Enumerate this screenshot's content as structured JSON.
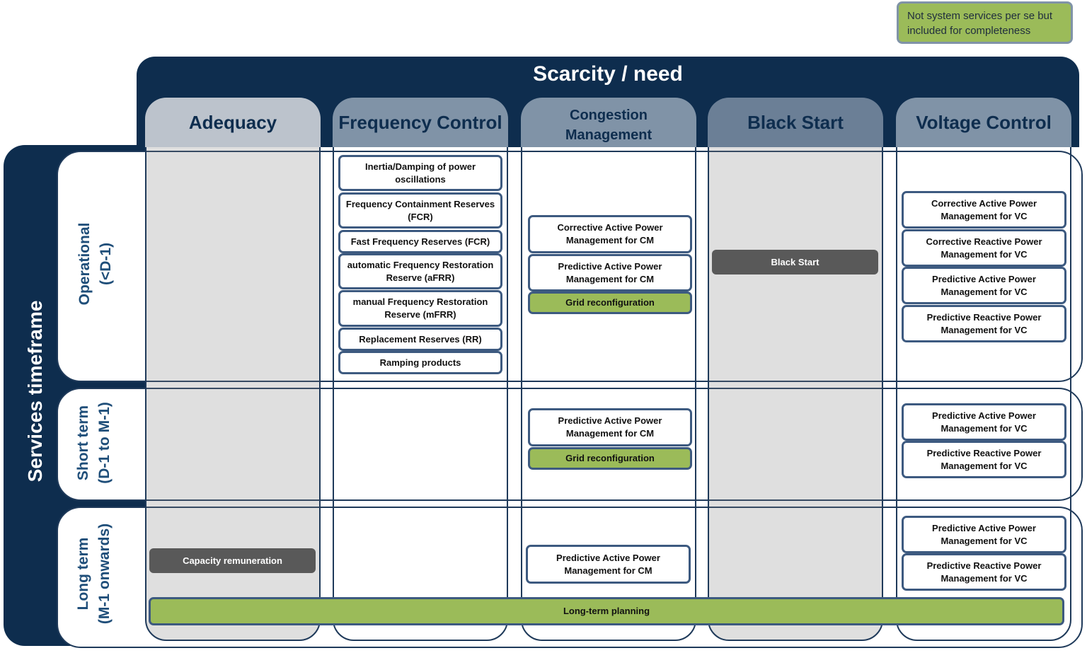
{
  "legend": {
    "text_line1": "Not system services per se but",
    "text_line2": "included for completeness"
  },
  "header": {
    "title": "Scarcity / need"
  },
  "side": {
    "title": "Services timeframe"
  },
  "rows": {
    "operational": {
      "line1": "Operational",
      "line2": "(<D-1)"
    },
    "short_term": {
      "line1": "Short term",
      "line2": "(D-1 to M-1)"
    },
    "long_term": {
      "line1": "Long term",
      "line2": "(M-1 onwards)"
    }
  },
  "columns": {
    "adequacy": {
      "title": "Adequacy"
    },
    "frequency": {
      "title": "Frequency Control"
    },
    "congestion": {
      "title_line1": "Congestion",
      "title_line2": "Management"
    },
    "black_start": {
      "title": "Black Start"
    },
    "voltage": {
      "title": "Voltage Control"
    }
  },
  "services": {
    "frequency_operational": [
      "Inertia/Damping of power oscillations",
      "Frequency Containment Reserves (FCR)",
      "Fast Frequency Reserves (FCR)",
      "automatic Frequency Restoration Reserve (aFRR)",
      "manual Frequency Restoration Reserve (mFRR)",
      "Replacement Reserves (RR)",
      "Ramping products"
    ],
    "congestion_operational": [
      "Corrective Active Power Management for CM",
      "Predictive Active Power Management for CM",
      "Grid reconfiguration"
    ],
    "black_start_operational": [
      "Black Start"
    ],
    "voltage_operational": [
      "Corrective Active Power Management for VC",
      "Corrective Reactive Power Management for VC",
      "Predictive Active Power Management for VC",
      "Predictive Reactive Power Management for VC"
    ],
    "congestion_short": [
      "Predictive Active Power Management for CM",
      "Grid reconfiguration"
    ],
    "voltage_short": [
      "Predictive Active Power Management for VC",
      "Predictive Reactive Power Management for VC"
    ],
    "adequacy_long": [
      "Capacity remuneration"
    ],
    "congestion_long": [
      "Predictive Active Power Management for CM"
    ],
    "voltage_long": [
      "Predictive Active Power Management for VC",
      "Predictive Reactive Power Management for VC"
    ],
    "long_term_planning": "Long-term planning"
  },
  "colors": {
    "navy": "#0e2d4e",
    "green": "#9bbb59",
    "dark_gray": "#595959",
    "column_header": "#8093a7",
    "box_border": "#3d5a80"
  }
}
